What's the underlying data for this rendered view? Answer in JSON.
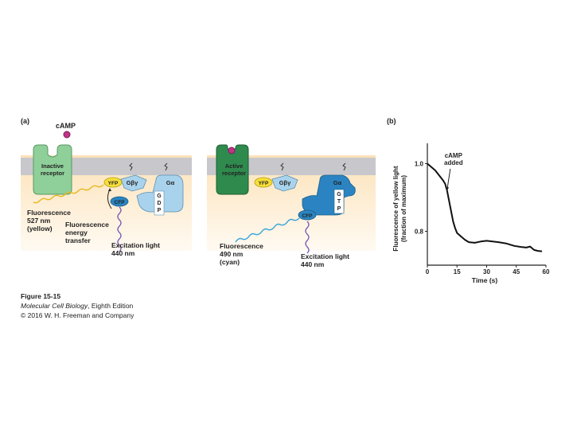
{
  "panel_a": {
    "label": "(a)",
    "camp": "cAMP",
    "inactive_receptor": [
      "Inactive",
      "receptor"
    ],
    "active_receptor": [
      "Active",
      "receptor"
    ],
    "yfp": "YFP",
    "cfp": "CFP",
    "g_beta_gamma": "Gβγ",
    "g_alpha": "Gα",
    "gdp": [
      "G",
      "D",
      "P"
    ],
    "gtp": [
      "G",
      "T",
      "P"
    ],
    "fluorescence_yellow": [
      "Fluorescence",
      "527 nm",
      "(yellow)"
    ],
    "energy_transfer": [
      "Fluorescence",
      "energy",
      "transfer"
    ],
    "excitation_left": [
      "Excitation light",
      "440 nm"
    ],
    "fluorescence_cyan": [
      "Fluorescence",
      "490 nm",
      "(cyan)"
    ],
    "excitation_right": [
      "Excitation light",
      "440 nm"
    ],
    "colors": {
      "membrane": "#c8c8cc",
      "bg_top": "#fde7c2",
      "receptor_inactive": "#8fcf99",
      "receptor_active": "#2f8a4e",
      "g_protein_light": "#a9d3ec",
      "g_protein_dark": "#2b84c1",
      "yfp": "#f6df3a",
      "gtp_red": "#d8232a",
      "camp": "#c2338a"
    }
  },
  "chart_data": {
    "type": "line",
    "panel_label": "(b)",
    "xlabel": "Time (s)",
    "ylabel": [
      "Fluorescence of yellow light",
      "(fraction of maximum)"
    ],
    "xlim": [
      0,
      60
    ],
    "ylim": [
      0.7,
      1.06
    ],
    "xticks": [
      0,
      15,
      30,
      45,
      60
    ],
    "yticks": [
      0.8,
      1.0
    ],
    "ytick_labels": [
      "0.8",
      "1.0"
    ],
    "annotation": {
      "text": [
        "cAMP",
        "added"
      ],
      "x": 10
    },
    "series": [
      {
        "x": [
          0,
          2,
          4,
          6,
          8,
          9,
          10,
          11,
          12,
          13,
          14,
          15,
          17,
          19,
          21,
          24,
          27,
          30,
          33,
          36,
          40,
          44,
          47,
          50,
          52,
          54,
          56,
          58
        ],
        "values": [
          1.0,
          0.99,
          0.98,
          0.965,
          0.95,
          0.94,
          0.92,
          0.89,
          0.86,
          0.83,
          0.81,
          0.795,
          0.785,
          0.775,
          0.768,
          0.766,
          0.77,
          0.772,
          0.77,
          0.768,
          0.764,
          0.757,
          0.754,
          0.752,
          0.755,
          0.745,
          0.742,
          0.741
        ]
      }
    ]
  },
  "caption": {
    "title": "Figure 15-15",
    "book": "Molecular Cell Biology",
    "edition": ", Eighth Edition",
    "copyright": "© 2016 W. H. Freeman and Company"
  }
}
